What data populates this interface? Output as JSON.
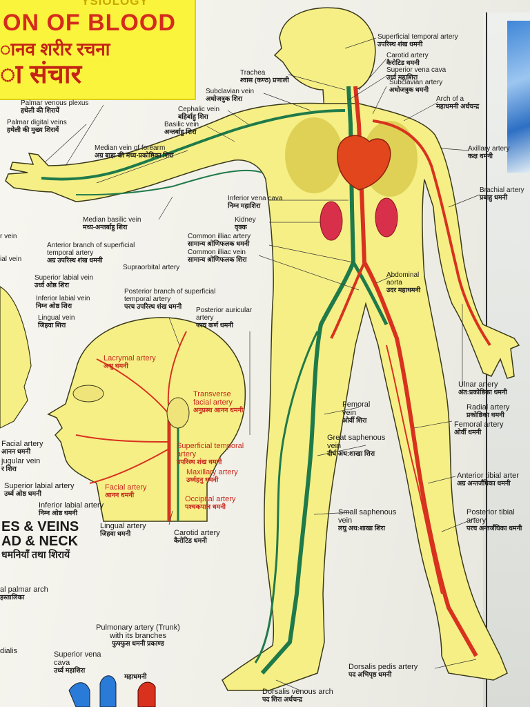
{
  "banner": {
    "top": "YSIOLOGY",
    "title_en": "ON OF BLOOD",
    "title_hi_1": "ानव शरीर रचना",
    "title_hi_2": "ा संचार"
  },
  "section": {
    "title_line1": "ES & VEINS",
    "title_line2": "AD & NECK",
    "subtitle_hi": "धमनियाँ तथा शिरायें"
  },
  "labels": {
    "palmar_venous_plexus": {
      "en": "Palmar venous plexus",
      "hi": "हथेली की शिरायें"
    },
    "palmar_digital_veins": {
      "en": "Palmar digital veins",
      "hi": "हथेली की मुख्य शिरायें"
    },
    "median_vein_forearm": {
      "en": "Median  vein of forearm",
      "hi": "अग्र बाहा की मध्य-प्रकोष्ठिका शिरा"
    },
    "cephalic_vein": {
      "en": "Cephalic vein",
      "hi": "बहिर्बाहु शिरा"
    },
    "basilic_vein": {
      "en": "Basilic vein",
      "hi": "अन्तर्बाहु शिरा"
    },
    "subclavian_vein": {
      "en": "Subclavian vein",
      "hi": "अधोजत्रुक शिरा"
    },
    "trachea": {
      "en": "Trachea",
      "hi": "श्वास (कण्ठ) प्रणाली"
    },
    "sup_temporal_artery_top": {
      "en": "Superficial temporal artery",
      "hi": "उपरिस्थ शंख धमनी"
    },
    "carotid_artery_top": {
      "en": "Carotid artery",
      "hi": "कैरोटिड धमनी"
    },
    "superior_vena_cava_top": {
      "en": "Superior vena cava",
      "hi": "उर्ध्व महाशिरा"
    },
    "subclavian_artery": {
      "en": "Subclavian artery",
      "hi": "अधोजत्रुक धमनी"
    },
    "arch_of_aorta": {
      "en": "Arch of a",
      "hi": "महाधमनी अर्धचन्द्र"
    },
    "axillary_artery": {
      "en": "Axillary artery",
      "hi": "कक्ष धमनी"
    },
    "brachial_artery": {
      "en": "Brachial artery",
      "hi": "प्रबाहु धमनी"
    },
    "inferior_vena_cava": {
      "en": "Inferior vena cava",
      "hi": "निम्न महाशिरा"
    },
    "kidney": {
      "en": "Kidney",
      "hi": "वृक्क"
    },
    "median_basilic_vein": {
      "en": "Median basilic vein",
      "hi": "मध्य-अन्तर्बाहु शिरा"
    },
    "common_iliac_artery": {
      "en": "Common illiac artery",
      "hi": "सामान्य श्रोणिफलक धमनी"
    },
    "common_iliac_vein": {
      "en": "Common illiac vein",
      "hi": "सामान्य श्रोणिफलक शिरा"
    },
    "abdominal_aorta": {
      "en": "Abdominal aorta",
      "hi": "उदर महाधमनी"
    },
    "left_r_vein": {
      "en": "r vein",
      "hi": ""
    },
    "left_ial_vein": {
      "en": "ial vein",
      "hi": ""
    },
    "ant_branch_sup_temporal": {
      "en": "Anterior branch of superficial temporal artery",
      "hi": "अग्र उपरिस्थ शंख धमनी"
    },
    "supraorbital_artery": {
      "en": "Supraorbital artery",
      "hi": ""
    },
    "superior_labial_vein": {
      "en": "Superior labial vein",
      "hi": "उर्ध्व ओष्ठ शिरा"
    },
    "inferior_labial_vein": {
      "en": "Inferior labial vein",
      "hi": "निम्न ओष्ठ शिरा"
    },
    "lingual_vein": {
      "en": "Lingual vein",
      "hi": "जिहवा शिरा"
    },
    "post_branch_sup_temporal": {
      "en": "Posterior branch of superficial temporal artery",
      "hi": "परच उपरिस्थ शंख धमनी"
    },
    "post_auricular_artery": {
      "en": "Posterior auricular artery",
      "hi": "परच कर्ण धमनी"
    },
    "lacrymal_artery": {
      "en": "Lacrymal artery",
      "hi": "अश्रु धमनी"
    },
    "transverse_facial_artery": {
      "en": "Transverse facial artery",
      "hi": "अनुप्रस्थ आनन धमनी"
    },
    "sup_temporal_artery_head": {
      "en": "Superficial temporal artery",
      "hi": "उपरिस्थ शंख धमनी"
    },
    "maxillary_artery": {
      "en": "Maxillary artery",
      "hi": "उर्ध्वहनु धमनी"
    },
    "occipital_artery": {
      "en": "Occipital artery",
      "hi": "पश्चकपाल धमनी"
    },
    "facial_artery_left": {
      "en": "Facial artery",
      "hi": "आनन धमनी"
    },
    "jugular_vein": {
      "en": "jugular vein",
      "hi": "र शिरा"
    },
    "superior_labial_artery": {
      "en": "Superior labial artery",
      "hi": "उर्ध्व ओष्ठ धमनी"
    },
    "facial_artery_head": {
      "en": "Facial artery",
      "hi": "आनन धमनी"
    },
    "inferior_labial_artery": {
      "en": "Inferior labial artery",
      "hi": "निम्न ओष्ठ धमनी"
    },
    "lingual_artery": {
      "en": "Lingual artery",
      "hi": "जिहवा धमनी"
    },
    "carotid_artery_bottom": {
      "en": "Carotid artery",
      "hi": "कैरोटिड धमनी"
    },
    "ulnar_artery": {
      "en": "Ulnar artery",
      "hi": "अंत:प्रकोष्ठिका धमनी"
    },
    "radial_artery": {
      "en": "Radial artery",
      "hi": "प्रकोष्ठिका धमनी"
    },
    "femoral_artery": {
      "en": "Femoral artery",
      "hi": "ओर्वी धमनी"
    },
    "femoral_vein": {
      "en": "Femoral vein",
      "hi": "ओर्वी शिरा"
    },
    "great_saphenous_vein": {
      "en": "Great saphenous vein",
      "hi": "दीर्घ अध:शाखा शिरा"
    },
    "anterior_tibial_artery": {
      "en": "Anterior tibial arter",
      "hi": "अग्र अन्तर्जंघिका धमनी"
    },
    "posterior_tibial_artery": {
      "en": "Posterior tibial artery",
      "hi": "परच अन्तर्जंघिका धमनी"
    },
    "small_saphenous_vein": {
      "en": "Small saphenous vein",
      "hi": "लघु अध:शाखा शिरा"
    },
    "palmar_arch": {
      "en": "al palmar arch",
      "hi": "हस्तालिका"
    },
    "dialis": {
      "en": "dialis",
      "hi": ""
    },
    "pulmonary_artery": {
      "en": "Pulmonary artery (Trunk) with its branches",
      "hi": "फुफ्फुस धमनी प्रकाण्ड"
    },
    "superior_vena_cava_bottom": {
      "en": "Superior vena cava",
      "hi": "उर्ध्व महाशिरा"
    },
    "aorta_bottom": {
      "en": "",
      "hi": "महाधमनी"
    },
    "dorsalis_pedis_artery": {
      "en": "Dorsalis pedis artery",
      "hi": "पद अभिपृष्ठ धमनी"
    },
    "dorsalis_venous_arch": {
      "en": "Dorsalis venous arch",
      "hi": "पद शिरा अर्धचन्द्र"
    }
  },
  "colors": {
    "banner": "#fbf43c",
    "body": "#f6ef86",
    "artery": "#d8321f",
    "vein": "#1f7a4a",
    "heart": "#e2461c",
    "kidney": "#d8304a",
    "lung": "#d8c94a"
  }
}
